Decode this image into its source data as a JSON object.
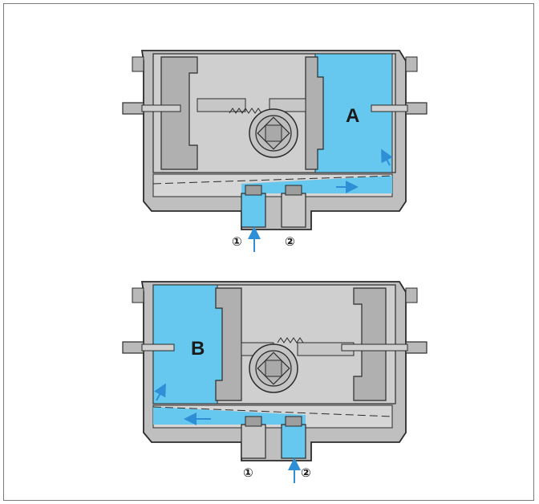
{
  "diagrams": [
    {
      "chamber_label": "A",
      "ports": [
        {
          "label": "①"
        },
        {
          "label": "②"
        }
      ]
    },
    {
      "chamber_label": "B",
      "ports": [
        {
          "label": "①"
        },
        {
          "label": "②"
        }
      ]
    }
  ],
  "colors": {
    "air": "#66c8ef",
    "body": "#bfbfbf",
    "body_dark": "#9e9e9e",
    "outline": "#2b2b2b",
    "arrow": "#2e8fd6"
  },
  "icons": [
    "pinion-gear-icon",
    "rack-teeth-icon",
    "air-flow-arrow-icon",
    "end-bolt-icon"
  ]
}
